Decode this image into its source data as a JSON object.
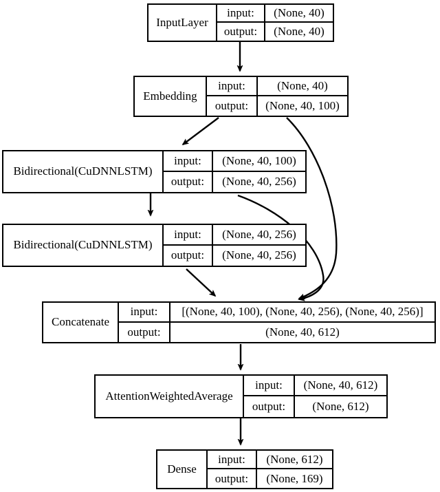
{
  "diagram": {
    "title": "Keras model architecture graph",
    "type": "neural-network-layer-graph",
    "io_labels": {
      "input": "input:",
      "output": "output:"
    },
    "stroke_color": "#000000",
    "fill_color": "#ffffff",
    "nodes": [
      {
        "id": "input_layer",
        "name": "InputLayer",
        "input": "(None, 40)",
        "output": "(None, 40)"
      },
      {
        "id": "embedding",
        "name": "Embedding",
        "input": "(None, 40)",
        "output": "(None, 40, 100)"
      },
      {
        "id": "bilstm_1",
        "name": "Bidirectional(CuDNNLSTM)",
        "input": "(None, 40, 100)",
        "output": "(None, 40, 256)"
      },
      {
        "id": "bilstm_2",
        "name": "Bidirectional(CuDNNLSTM)",
        "input": "(None, 40, 256)",
        "output": "(None, 40, 256)"
      },
      {
        "id": "concatenate",
        "name": "Concatenate",
        "input": "[(None, 40, 100), (None, 40, 256), (None, 40, 256)]",
        "output": "(None, 40, 612)"
      },
      {
        "id": "attention",
        "name": "AttentionWeightedAverage",
        "input": "(None, 40, 612)",
        "output": "(None, 612)"
      },
      {
        "id": "dense",
        "name": "Dense",
        "input": "(None, 612)",
        "output": "(None, 169)"
      }
    ],
    "edges": [
      {
        "from": "input_layer",
        "to": "embedding"
      },
      {
        "from": "embedding",
        "to": "bilstm_1"
      },
      {
        "from": "embedding",
        "to": "concatenate"
      },
      {
        "from": "bilstm_1",
        "to": "bilstm_2"
      },
      {
        "from": "bilstm_1",
        "to": "concatenate"
      },
      {
        "from": "bilstm_2",
        "to": "concatenate"
      },
      {
        "from": "concatenate",
        "to": "attention"
      },
      {
        "from": "attention",
        "to": "dense"
      }
    ]
  }
}
